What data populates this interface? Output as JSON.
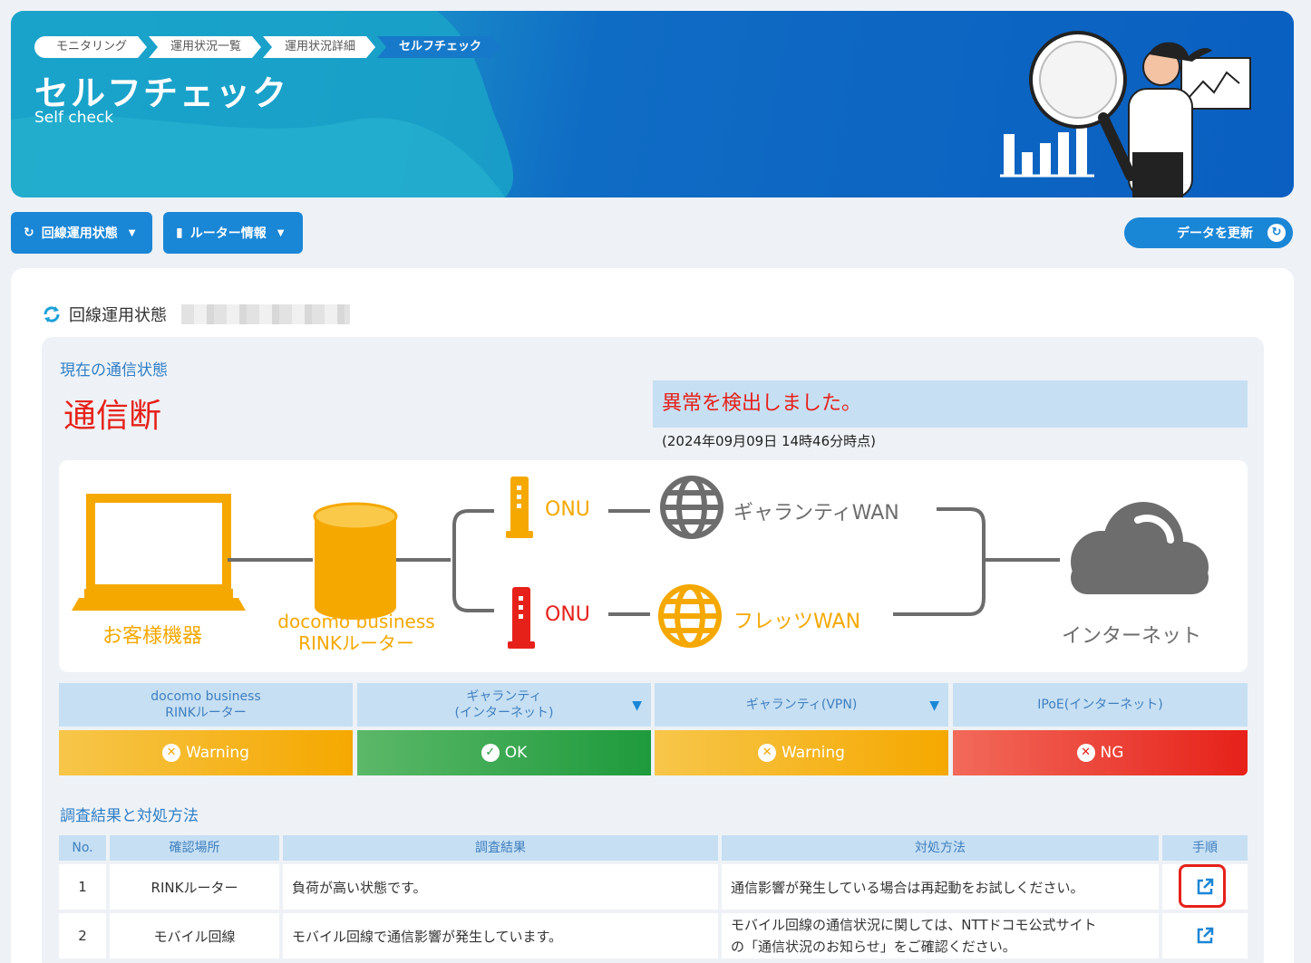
{
  "breadcrumbs": [
    "モニタリング",
    "運用状況一覧",
    "運用状況詳細",
    "セルフチェック"
  ],
  "page": {
    "title": "セルフチェック",
    "subtitle": "Self check"
  },
  "toolbar": {
    "line_status_label": "回線運用状態",
    "router_info_label": "ルーター情報",
    "refresh_label": "データを更新"
  },
  "section": {
    "title": "回線運用状態"
  },
  "current": {
    "label": "現在の通信状態",
    "status": "通信断",
    "alert": "異常を検出しました。",
    "timestamp": "(2024年09月09日 14時46分時点)"
  },
  "diagram": {
    "customer": "お客様機器",
    "router_line1": "docomo business",
    "router_line2": "RINKルーター",
    "onu_top": "ONU",
    "onu_bottom": "ONU",
    "wan_top": "ギャランティWAN",
    "wan_bottom": "フレッツWAN",
    "internet": "インターネット",
    "colors": {
      "orange": "#f5a800",
      "red": "#e6211a",
      "gray": "#6d6d6d"
    }
  },
  "status_cards": [
    {
      "head1": "docomo business",
      "head2": "RINKルーター",
      "value": "Warning",
      "icon": "x-circle-icon"
    },
    {
      "head1": "ギャランティ",
      "head2": "(インターネット)",
      "value": "OK",
      "icon": "check-circle-icon"
    },
    {
      "head1": "ギャランティ(VPN)",
      "head2": "",
      "value": "Warning",
      "icon": "x-circle-icon"
    },
    {
      "head1": "IPoE(インターネット)",
      "head2": "",
      "value": "NG",
      "icon": "x-circle-icon"
    }
  ],
  "results": {
    "title": "調査結果と対処方法",
    "columns": [
      "No.",
      "確認場所",
      "調査結果",
      "対処方法",
      "手順"
    ],
    "rows": [
      {
        "no": "1",
        "place": "RINKルーター",
        "result": "負荷が高い状態です。",
        "action1": "通信影響が発生している場合は再起動をお試しください。",
        "action2": ""
      },
      {
        "no": "2",
        "place": "モバイル回線",
        "result": "モバイル回線で通信影響が発生しています。",
        "action1": "モバイル回線の通信状況に関しては、NTTドコモ公式サイト",
        "action2": "の「通信状況のお知らせ」をご確認ください。"
      }
    ]
  }
}
